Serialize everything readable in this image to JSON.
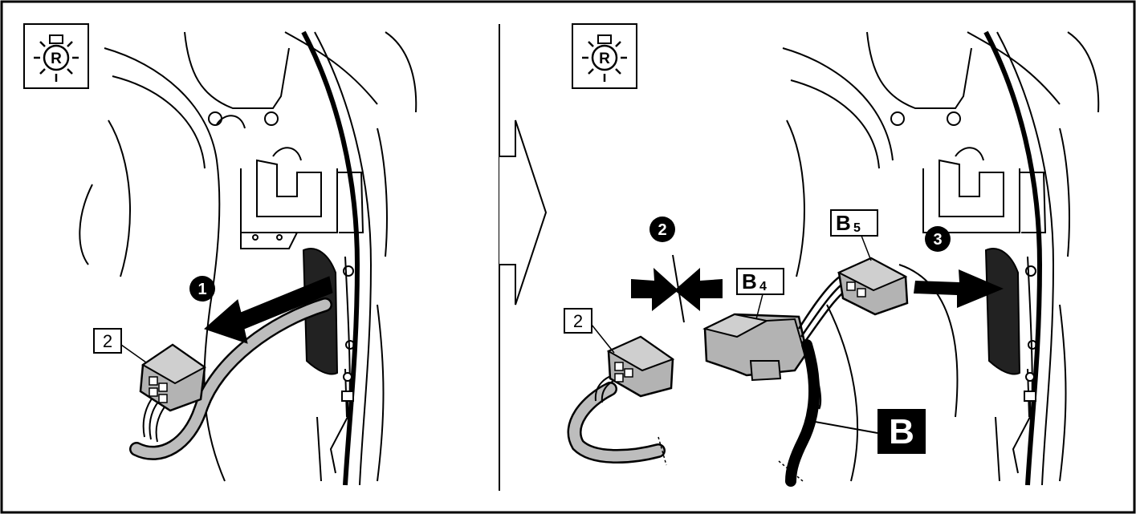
{
  "panels": {
    "left": {
      "light_symbol_letter": "R",
      "callout_label": "2",
      "step_number": "1"
    },
    "right": {
      "light_symbol_letter": "R",
      "callout_label": "2",
      "step_number_disconnect": "2",
      "step_number_install": "3",
      "connector_b4_letter": "B",
      "connector_b4_sub": "4",
      "connector_b5_letter": "B",
      "connector_b5_sub": "5",
      "harness_b_label": "B"
    }
  },
  "colors": {
    "ink": "#000000",
    "cable_fill": "#bdbdbd",
    "connector_fill": "#b3b3b3",
    "background": "#ffffff"
  }
}
